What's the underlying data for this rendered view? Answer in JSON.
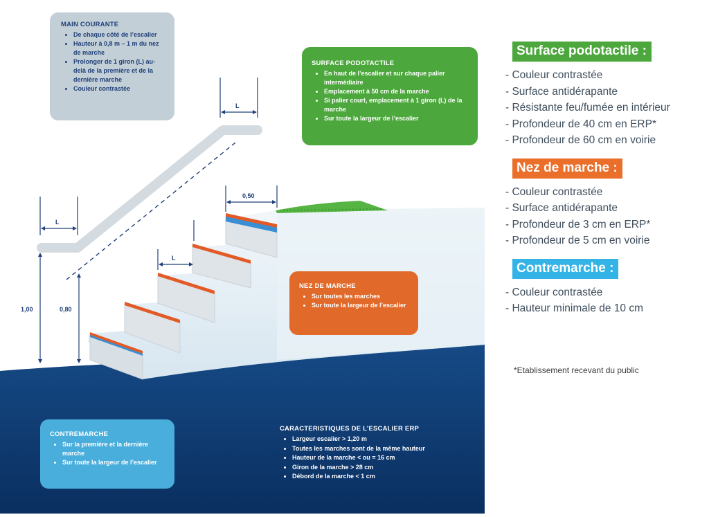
{
  "diagram": {
    "main_courante": {
      "title": "MAIN COURANTE",
      "items": [
        "De chaque côté de l’escalier",
        "Hauteur à 0,8 m – 1 m du nez de marche",
        "Prolonger de 1 giron (L) au-delà de la première et de la dernière marche",
        "Couleur contrastée"
      ]
    },
    "surface_podotactile": {
      "title": "SURFACE PODOTACTILE",
      "items": [
        "En haut de l’escalier et sur chaque palier intermédiaire",
        "Emplacement à 50 cm de la marche",
        "Si palier court, emplacement à 1 giron (L) de la marche",
        "Sur toute la largeur de l’escalier"
      ]
    },
    "nez_de_marche": {
      "title": "NEZ DE MARCHE",
      "items": [
        "Sur toutes les marches",
        "Sur toute la largeur de l’escalier"
      ]
    },
    "contremarche": {
      "title": "CONTREMARCHE",
      "items": [
        "Sur la première et la dernière marche",
        "Sur toute la largeur de l’escalier"
      ]
    },
    "caracteristiques": {
      "title": "CARACTERISTIQUES DE L’ESCALIER ERP",
      "items": [
        "Largeur escalier > 1,20 m",
        "Toutes les marches sont de la même hauteur",
        "Hauteur de la marche < ou = 16 cm",
        "Giron de la marche > 28 cm",
        "Débord de la marche < 1 cm"
      ]
    },
    "dimensions": {
      "l_top": "L",
      "l_left": "L",
      "l_steps": "L",
      "landing": "0,50",
      "h100": "1,00",
      "h080": "0,80"
    }
  },
  "legend": {
    "podotactile": {
      "title": "Surface podotactile :",
      "color": "#4ca73c",
      "items": [
        "Couleur contrastée",
        "Surface antidérapante",
        "Résistante feu/fumée en intérieur",
        "Profondeur de 40 cm en ERP*",
        "Profondeur de 60 cm en voirie"
      ]
    },
    "nez": {
      "title": "Nez de marche :",
      "color": "#ea6f2b",
      "items": [
        "Couleur contrastée",
        "Surface antidérapante",
        "Profondeur de 3 cm en ERP*",
        "Profondeur de 5 cm en voirie"
      ]
    },
    "contremarche": {
      "title": "Contremarche :",
      "color": "#33b3e6",
      "items": [
        "Couleur contrastée",
        "Hauteur minimale de 10 cm"
      ]
    },
    "footnote": "*Etablissement recevant du public"
  },
  "colors": {
    "floor": "#0e3b73",
    "wall": "#ffffff",
    "riser": "#e4e9ee",
    "nose": "#e25a26",
    "contremarche": "#3a8fd4",
    "podotactile": "#56b443",
    "handrail": "#d4dbe0",
    "dim_line": "#1f3f78"
  }
}
